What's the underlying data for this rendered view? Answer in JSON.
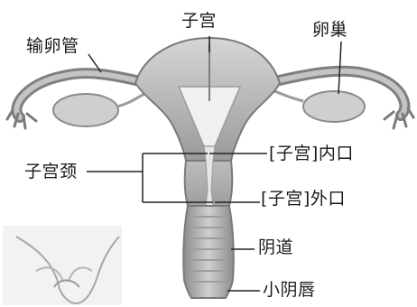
{
  "labels": {
    "uterus": "子宫",
    "fallopian_tube": "输卵管",
    "ovary": "卵巢",
    "cervix": "子宫颈",
    "internal_os": "[子宫]内口",
    "external_os": "[子宫]外口",
    "vagina": "阴道",
    "labia_minora": "小阴唇"
  },
  "colors": {
    "tissue_dark": "#8a8a8a",
    "tissue_mid": "#b7b7b7",
    "tissue_light": "#d9d9d9",
    "line": "#222222"
  }
}
